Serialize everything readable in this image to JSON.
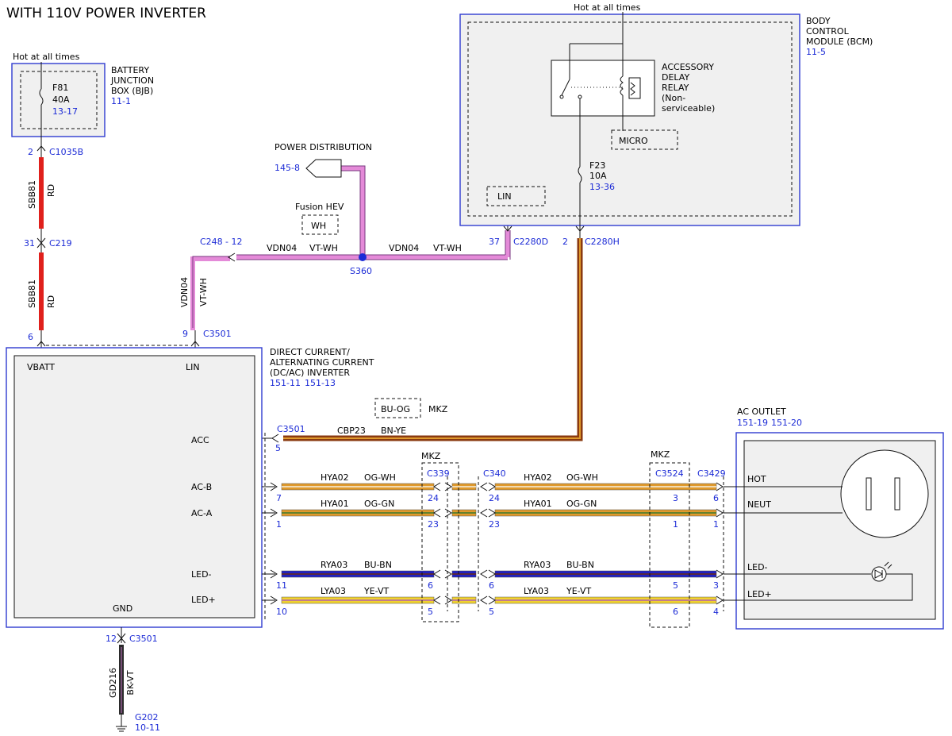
{
  "title": "WITH 110V POWER INVERTER",
  "bjb": {
    "hot": "Hot at all times",
    "name": [
      "BATTERY",
      "JUNCTION",
      "BOX (BJB)"
    ],
    "ref": "11-1",
    "fuse": "F81",
    "amp": "40A",
    "fuse_ref": "13-17"
  },
  "bcm": {
    "hot": "Hot at all times",
    "name": [
      "BODY",
      "CONTROL",
      "MODULE (BCM)"
    ],
    "ref": "11-5",
    "relay": [
      "ACCESSORY",
      "DELAY",
      "RELAY",
      "(Non-",
      "serviceable)"
    ],
    "micro": "MICRO",
    "lin": "LIN",
    "fuse": "F23",
    "amp": "10A",
    "fuse_ref": "13-36"
  },
  "power_distribution": {
    "label": "POWER DISTRIBUTION",
    "ref": "145-8"
  },
  "fusion": {
    "label": "Fusion HEV",
    "color": "WH"
  },
  "splice": {
    "id": "S360"
  },
  "connectors": {
    "c1035b_pin": "2",
    "c1035b": "C1035B",
    "c219_pin": "31",
    "c219": "C219",
    "c3501_vbatt_pin": "6",
    "c3501_lin_pin": "9",
    "c3501": "C3501",
    "c248": "C248",
    "c248_pin": "- 12",
    "c2280d_pin": "37",
    "c2280d": "C2280D",
    "c2280h_pin": "2",
    "c2280h": "C2280H",
    "c3501_acc": "C3501",
    "acc_pin": "5",
    "gnd_pin": "12",
    "gnd_conn": "C3501",
    "g202": "G202",
    "g202_ref": "10-11"
  },
  "wires": {
    "sbb81": "SBB81",
    "rd": "RD",
    "vdn04": "VDN04",
    "vtwh": "VT-WH",
    "cbp23": "CBP23",
    "bnye": "BN-YE",
    "gd216": "GD216",
    "bkvt": "BK-VT",
    "mkz_note_color": "BU-OG",
    "mkz_note": "MKZ"
  },
  "inverter": {
    "name": [
      "DIRECT CURRENT/",
      "ALTERNATING CURRENT",
      "(DC/AC) INVERTER"
    ],
    "ref1": "151-11",
    "ref2": "151-13",
    "vbatt": "VBATT",
    "lin": "LIN",
    "acc": "ACC",
    "acb": "AC-B",
    "aca": "AC-A",
    "ledm": "LED-",
    "ledp": "LED+",
    "gnd": "GND"
  },
  "outlet": {
    "name": "AC OUTLET",
    "ref1": "151-19",
    "ref2": "151-20",
    "hot": "HOT",
    "neut": "NEUT",
    "ledm": "LED-",
    "ledp": "LED+"
  },
  "mkz_left": "MKZ",
  "mkz_right": "MKZ",
  "c339": "C339",
  "c340": "C340",
  "c3524": "C3524",
  "c3429": "C3429",
  "rows": [
    {
      "circuit": "HYA02",
      "color": "OG-WH",
      "inv_pin": "7",
      "c339": "24",
      "c340": "24",
      "c3524": "3",
      "c3429": "6"
    },
    {
      "circuit": "HYA01",
      "color": "OG-GN",
      "inv_pin": "1",
      "c339": "23",
      "c340": "23",
      "c3524": "1",
      "c3429": "1"
    },
    {
      "circuit": "RYA03",
      "color": "BU-BN",
      "inv_pin": "11",
      "c339": "6",
      "c340": "6",
      "c3524": "5",
      "c3429": "3"
    },
    {
      "circuit": "LYA03",
      "color": "YE-VT",
      "inv_pin": "10",
      "c339": "5",
      "c340": "5",
      "c3524": "6",
      "c3429": "4"
    }
  ],
  "colors": {
    "red": "#e0201c",
    "violet": "#e48ad8",
    "orange": "#e09a2c",
    "brown": "#8a3a10",
    "blue": "#2020c0",
    "yellow": "#f0d230",
    "module": "#2f3bd0"
  }
}
